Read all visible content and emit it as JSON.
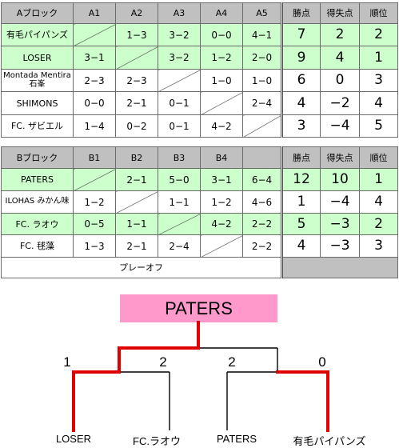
{
  "group_a": {
    "header": [
      "Aブロック",
      "A1",
      "A2",
      "A3",
      "A4",
      "A5",
      "勝点",
      "得失点",
      "順位"
    ],
    "rows": [
      {
        "team": "有毛パイパンズ",
        "results": [
          "",
          "1−3",
          "3−2",
          "0−0",
          "4−1"
        ],
        "points": "7",
        "diff": "2",
        "rank": "2"
      },
      {
        "team": "LOSER",
        "results": [
          "3−1",
          "",
          "3−2",
          "1−2",
          "2−0"
        ],
        "points": "9",
        "diff": "4",
        "rank": "1"
      },
      {
        "team": "Montada Mentira石峯",
        "results": [
          "2−3",
          "2−3",
          "",
          "1−0",
          "1−0"
        ],
        "points": "6",
        "diff": "0",
        "rank": "3"
      },
      {
        "team": "SHIMONS",
        "results": [
          "0−0",
          "2−1",
          "0−1",
          "",
          "2−4"
        ],
        "points": "4",
        "diff": "−2",
        "rank": "4"
      },
      {
        "team": "FC. ザビエル",
        "results": [
          "1−4",
          "0−2",
          "0−1",
          "4−2",
          ""
        ],
        "points": "3",
        "diff": "−4",
        "rank": "5"
      }
    ]
  },
  "group_b": {
    "header": [
      "Bブロック",
      "B1",
      "B2",
      "B3",
      "B4",
      "",
      "勝点",
      "得失点",
      "順位"
    ],
    "rows": [
      {
        "team": "PATERS",
        "results": [
          "",
          "2−1",
          "5−0",
          "3−1",
          "6−4"
        ],
        "points": "12",
        "diff": "10",
        "rank": "1"
      },
      {
        "team": "ILOHAS みかん味",
        "results": [
          "1−2",
          "",
          "1−1",
          "1−2",
          "4−6"
        ],
        "points": "1",
        "diff": "−4",
        "rank": "4"
      },
      {
        "team": "FC. ラオウ",
        "results": [
          "0−5",
          "1−1",
          "",
          "4−2",
          "2−2"
        ],
        "points": "5",
        "diff": "−3",
        "rank": "2"
      },
      {
        "team": "FC. 毬藻",
        "results": [
          "1−3",
          "2−1",
          "2−4",
          "",
          "2−2"
        ],
        "points": "4",
        "diff": "−3",
        "rank": "3"
      }
    ],
    "playoff_label": "プレーオフ"
  },
  "bracket": {
    "winner": "PATERS",
    "scores": [
      "1",
      "2",
      "2",
      "0"
    ],
    "teams": [
      "LOSER",
      "FC.ラオウ",
      "PATERS",
      "有毛パイパンズ"
    ]
  },
  "colors": {
    "header_bg": "#c0c0c0",
    "highlight_bg": "#ccffcc",
    "winner_bg": "#ff99cc",
    "winner_line": "#e00000"
  }
}
